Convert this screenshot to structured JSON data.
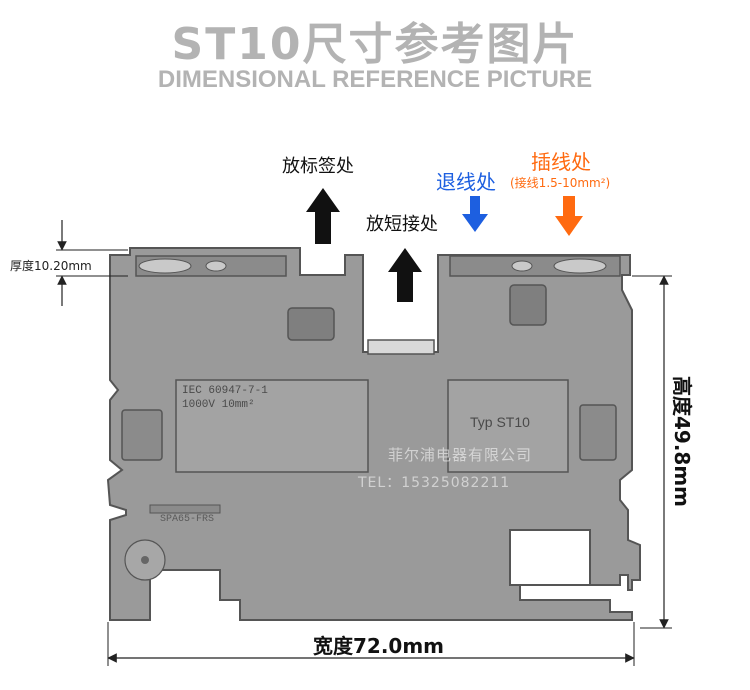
{
  "title": {
    "cn": "ST10尺寸参考图片",
    "en": "DIMENSIONAL REFERENCE PICTURE"
  },
  "callouts": {
    "label_position": "放标签处",
    "short_position": "放短接处",
    "release_position": "退线处",
    "insert_position": "插线处",
    "insert_spec": "(接线1.5-10mm²)"
  },
  "dimensions": {
    "thickness": "厚度10.20mm",
    "width": "宽度72.0mm",
    "height": "高度49.8mm"
  },
  "part_markings": {
    "standard_line1": "IEC 60947-7-1",
    "standard_line2": "1000V 10mm²",
    "type_label": "Typ ST10",
    "mold_code": "SPA65-FRS"
  },
  "watermark": {
    "company": "菲尔浦电器有限公司",
    "phone": "TEL：15325082211"
  },
  "colors": {
    "title": "#b3b3b3",
    "part_fill": "#9a9a9a",
    "arrow_black": "#111111",
    "arrow_blue": "#1d5fe0",
    "arrow_orange": "#ff6a10"
  }
}
